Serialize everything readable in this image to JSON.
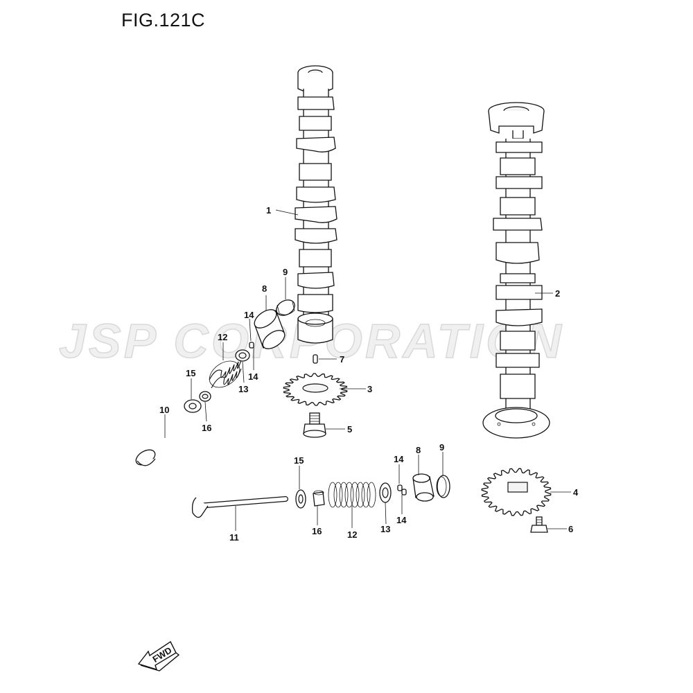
{
  "figure": {
    "title": "FIG.121C"
  },
  "watermark": {
    "text": "JSP CORPORATION"
  },
  "direction_marker": {
    "label": "FWD",
    "icon": "forward-arrow-icon"
  },
  "callouts": [
    {
      "id": "c1",
      "number": "1"
    },
    {
      "id": "c2",
      "number": "2"
    },
    {
      "id": "c3",
      "number": "3"
    },
    {
      "id": "c4",
      "number": "4"
    },
    {
      "id": "c5",
      "number": "5"
    },
    {
      "id": "c6",
      "number": "6"
    },
    {
      "id": "c7",
      "number": "7"
    },
    {
      "id": "c8a",
      "number": "8"
    },
    {
      "id": "c8b",
      "number": "8"
    },
    {
      "id": "c9a",
      "number": "9"
    },
    {
      "id": "c9b",
      "number": "9"
    },
    {
      "id": "c10",
      "number": "10"
    },
    {
      "id": "c11",
      "number": "11"
    },
    {
      "id": "c12a",
      "number": "12"
    },
    {
      "id": "c12b",
      "number": "12"
    },
    {
      "id": "c13a",
      "number": "13"
    },
    {
      "id": "c13b",
      "number": "13"
    },
    {
      "id": "c14a",
      "number": "14"
    },
    {
      "id": "c14b",
      "number": "14"
    },
    {
      "id": "c14c",
      "number": "14"
    },
    {
      "id": "c14d",
      "number": "14"
    },
    {
      "id": "c15a",
      "number": "15"
    },
    {
      "id": "c15b",
      "number": "15"
    },
    {
      "id": "c16a",
      "number": "16"
    },
    {
      "id": "c16b",
      "number": "16"
    }
  ]
}
